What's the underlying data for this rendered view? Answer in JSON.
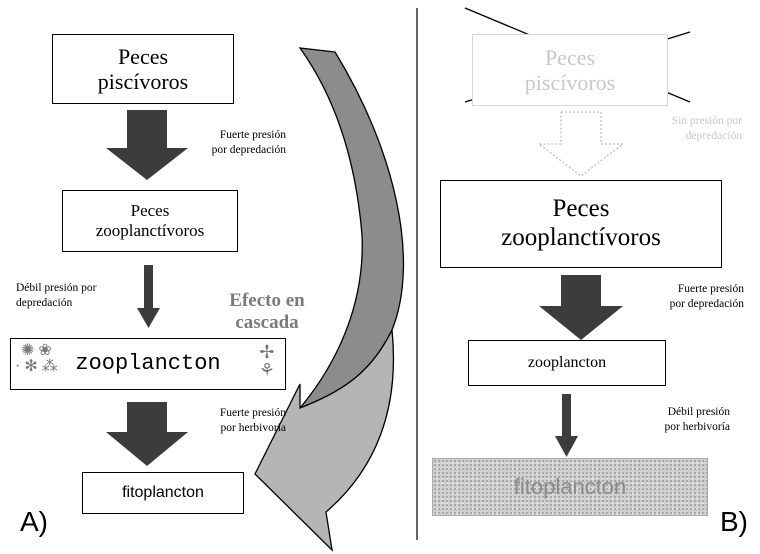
{
  "panel_a": {
    "label": "A)",
    "top_box": "Peces\npiscívoros",
    "arrow1_label": "Fuerte presión\npor depredación",
    "middle_box": "Peces\nzooplanctívoros",
    "arrow2_label": "Débil presión por\ndepredación",
    "zoo_box": "zooplancton",
    "arrow3_label": "Fuerte presión\npor herbivoría",
    "bottom_box": "fitoplancton",
    "cascade_label": "Efecto en\ncascada"
  },
  "panel_b": {
    "label": "B)",
    "top_box": "Peces\npiscívoros",
    "arrow1_label": "Sin presión por\ndepredación",
    "middle_box": "Peces\nzooplanctívoros",
    "arrow2_label": "Fuerte presión\npor depredación",
    "zoo_box": "zooplancton",
    "arrow3_label": "Débil presión\npor herbivoría",
    "bottom_box": "fitoplancton"
  },
  "colors": {
    "arrow_dark": "#3c3c3c",
    "cascade_dark": "#8c8c8c",
    "cascade_light": "#b5b5b5",
    "faded": "#c8c8c8"
  }
}
